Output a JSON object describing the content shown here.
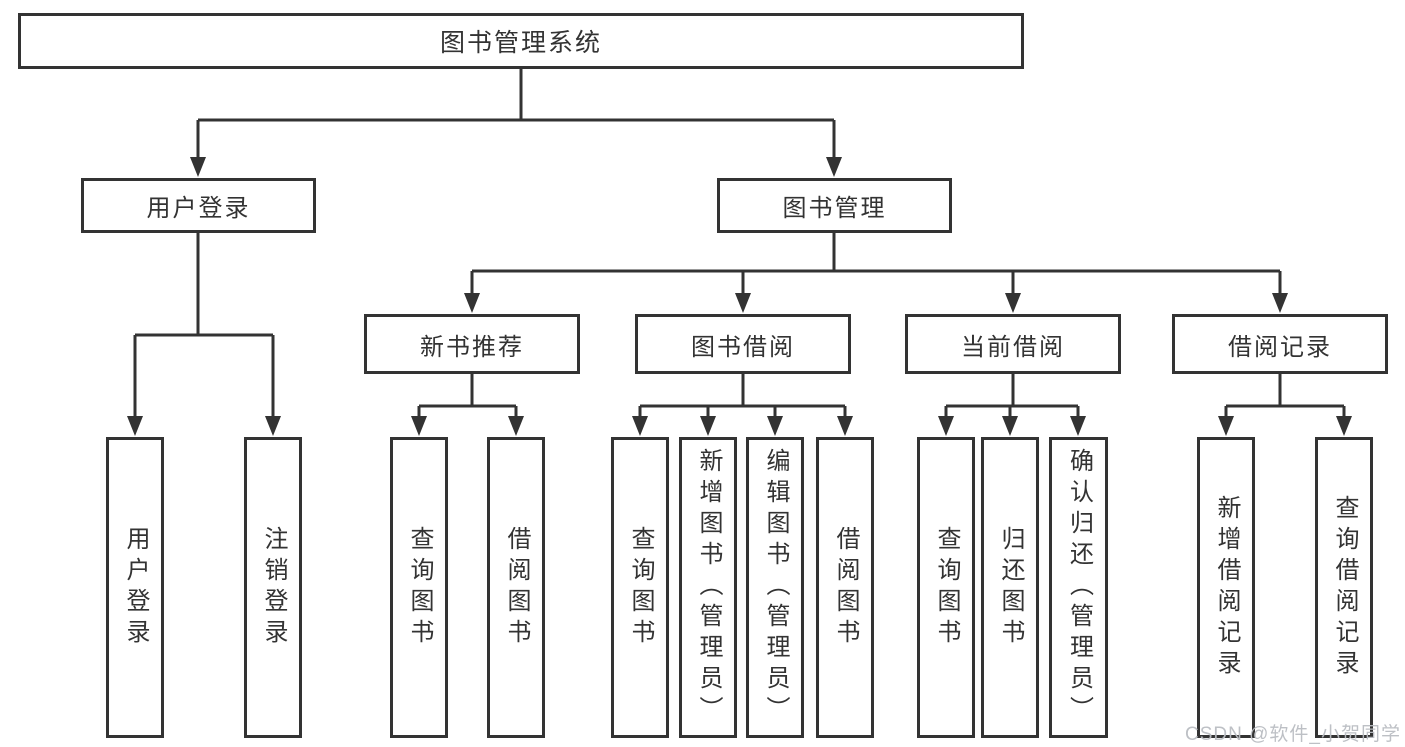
{
  "diagram": {
    "root": {
      "label": "图书管理系统"
    },
    "branches": [
      {
        "label": "用户登录",
        "children": [
          {
            "label": "用户登录"
          },
          {
            "label": "注销登录"
          }
        ]
      },
      {
        "label": "图书管理",
        "children": [
          {
            "label": "新书推荐",
            "children": [
              {
                "label": "查询图书"
              },
              {
                "label": "借阅图书"
              }
            ]
          },
          {
            "label": "图书借阅",
            "children": [
              {
                "label": "查询图书"
              },
              {
                "label": "新增图书（管理员）"
              },
              {
                "label": "编辑图书（管理员）"
              },
              {
                "label": "借阅图书"
              }
            ]
          },
          {
            "label": "当前借阅",
            "children": [
              {
                "label": "查询图书"
              },
              {
                "label": "归还图书"
              },
              {
                "label": "确认归还（管理员）"
              }
            ]
          },
          {
            "label": "借阅记录",
            "children": [
              {
                "label": "新增借阅记录"
              },
              {
                "label": "查询借阅记录"
              }
            ]
          }
        ]
      }
    ]
  },
  "colors": {
    "line": "#333333",
    "text": "#333333",
    "background": "#ffffff",
    "watermark": "#b9bdc2"
  },
  "watermark": {
    "text": "CSDN @软件_小贺同学"
  }
}
